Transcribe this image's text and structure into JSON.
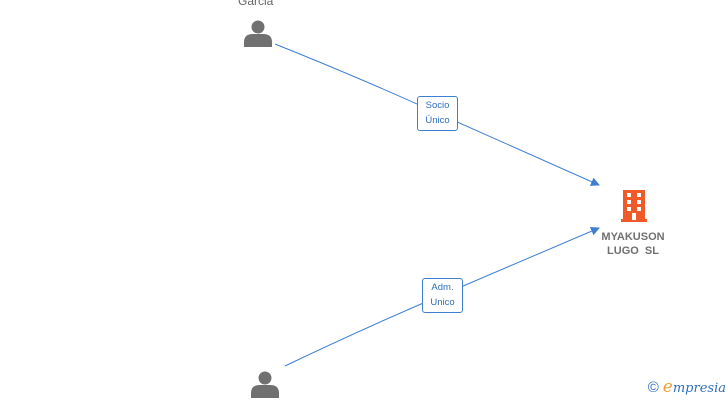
{
  "diagram": {
    "nodes": [
      {
        "id": "person-1",
        "kind": "person",
        "label": "Garcia"
      },
      {
        "id": "person-2",
        "kind": "person",
        "label": ""
      },
      {
        "id": "company-1",
        "kind": "company",
        "label": "MYAKUSON LUGO SL",
        "label_lines": [
          "MYAKUSON",
          "LUGO SL"
        ]
      }
    ],
    "edges": [
      {
        "from": "person-1",
        "to": "company-1",
        "label_lines": [
          "Socio",
          "Único"
        ]
      },
      {
        "from": "person-2",
        "to": "company-1",
        "label_lines": [
          "Adm.",
          "Unico"
        ]
      }
    ],
    "colors": {
      "edge": "#3d7fd1",
      "person_icon": "#707070",
      "company_icon": "#f05a28",
      "label_text": "#707070"
    },
    "icons": {
      "person": "person-icon",
      "company": "building-icon"
    }
  },
  "footer": {
    "copyright_symbol": "©",
    "brand_initial": "e",
    "brand_rest": "mpresia"
  }
}
